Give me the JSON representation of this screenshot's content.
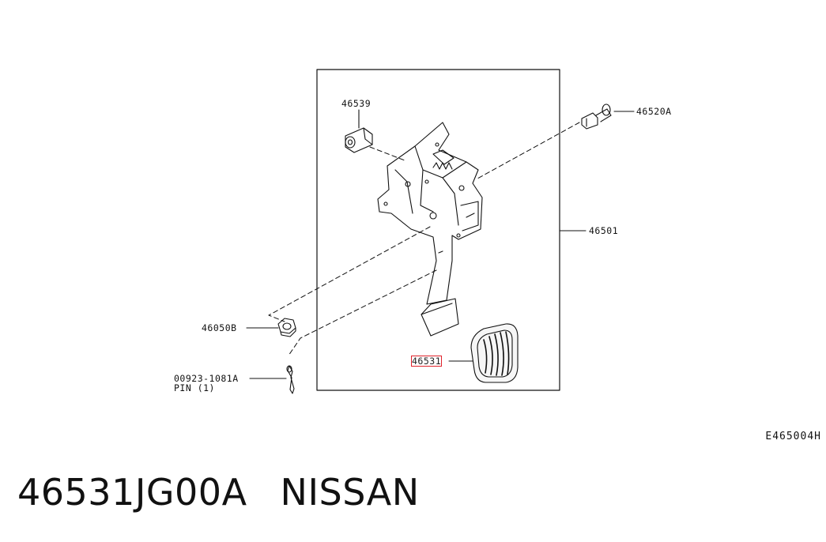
{
  "callouts": [
    {
      "id": "46539",
      "text": "46539"
    },
    {
      "id": "46520a",
      "text": "46520A"
    },
    {
      "id": "46501",
      "text": "46501"
    },
    {
      "id": "46050b",
      "text": "46050B"
    },
    {
      "id": "00923",
      "text": "00923-1081A"
    },
    {
      "id": "pin",
      "text": "PIN (1)"
    },
    {
      "id": "46531",
      "text": "46531",
      "highlighted": true
    }
  ],
  "diagram_code": "E465004H",
  "caption": {
    "part_number": "46531JG00A",
    "brand": "NISSAN"
  },
  "highlight_color": "#e0222b"
}
